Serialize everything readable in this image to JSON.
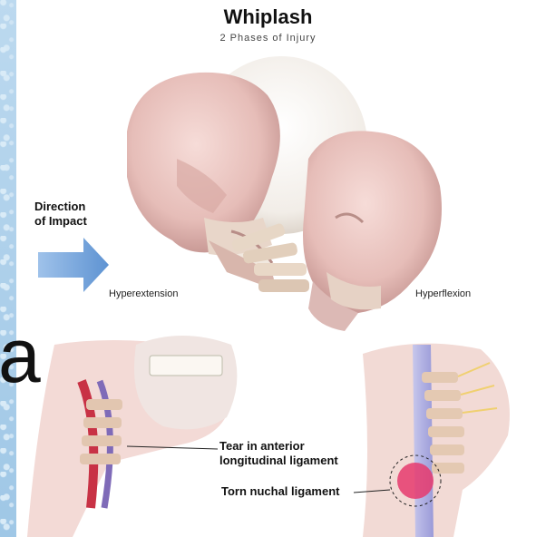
{
  "figure": {
    "title": "Whiplash",
    "subtitle": "2 Phases of Injury",
    "impact_label_line1": "Direction",
    "impact_label_line2": "of Impact",
    "phase_left_label": "Hyperextension",
    "phase_right_label": "Hyperflexion",
    "callout_line1": "Tear in anterior",
    "callout_line2": "longitudinal ligament",
    "callout_2": "Torn nuchal ligament",
    "partial_text_left": "a"
  },
  "colors": {
    "arrow": "#6fa0d8",
    "skin": "#e9c5c2",
    "bone": "#efe7d8",
    "background_strip": "#b4d4ee"
  }
}
